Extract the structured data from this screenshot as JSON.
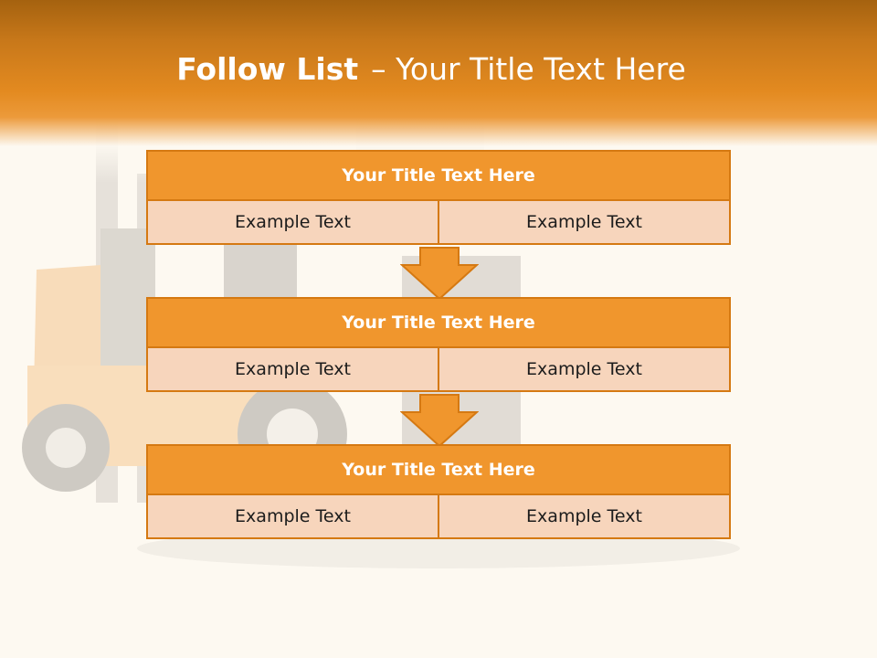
{
  "title": {
    "bold": "Follow List",
    "rest": "– Your Title Text Here"
  },
  "blocks": [
    {
      "title": "Your Title Text Here",
      "left": "Example Text",
      "right": "Example Text"
    },
    {
      "title": "Your Title Text Here",
      "left": "Example Text",
      "right": "Example Text"
    },
    {
      "title": "Your Title Text Here",
      "left": "Example Text",
      "right": "Example Text"
    }
  ],
  "colors": {
    "accent": "#f0962d",
    "accent_border": "#d57912",
    "cell_fill": "#f7d5bc",
    "background": "#fdf9f1"
  },
  "icons": [
    "forklift-illustration",
    "down-arrow-icon"
  ]
}
